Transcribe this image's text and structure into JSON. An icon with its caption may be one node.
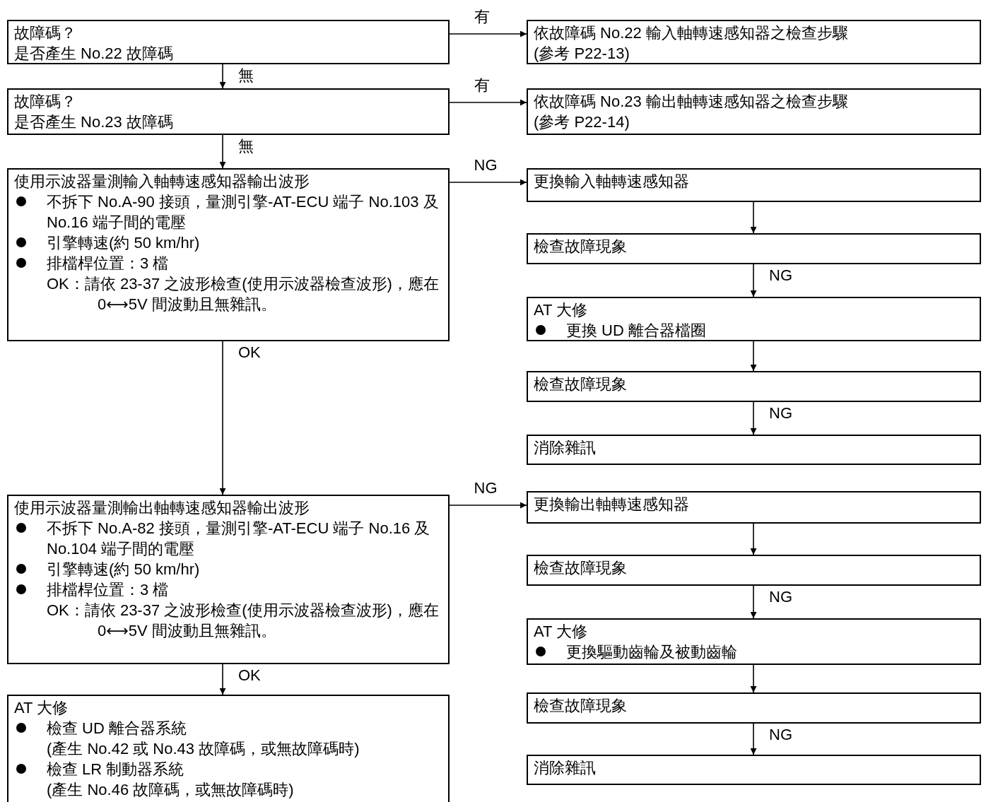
{
  "diagram": {
    "nodes": [
      {
        "text": [
          "故障碼？",
          "是否產生 No.22 故障碼"
        ]
      },
      {
        "text": [
          "依故障碼 No.22 輸入軸轉速感知器之檢查步驟",
          "(參考 P22-13)"
        ]
      },
      {
        "text": [
          "故障碼？",
          "是否產生 No.23 故障碼"
        ]
      },
      {
        "text": [
          "依故障碼 No.23 輸出軸轉速感知器之檢查步驟",
          "(參考 P22-14)"
        ]
      },
      {
        "text": [
          "使用示波器量測輸入軸轉速感知器輸出波形",
          "不拆下 No.A-90 接頭，量測引擎-AT-ECU 端子 No.103 及 No.16 端子間的電壓",
          "引擎轉速(約 50 km/hr)",
          "排檔桿位置：3 檔",
          "OK：請依 23-37 之波形檢查(使用示波器檢查波形)，應在 0⟷5V 間波動且無雜訊。"
        ]
      },
      {
        "text": [
          "更換輸入軸轉速感知器"
        ]
      },
      {
        "text": [
          "檢查故障現象"
        ]
      },
      {
        "text": [
          "AT 大修",
          "更換 UD 離合器檔圈"
        ]
      },
      {
        "text": [
          "檢查故障現象"
        ]
      },
      {
        "text": [
          "消除雜訊"
        ]
      },
      {
        "text": [
          "使用示波器量測輸出軸轉速感知器輸出波形",
          "不拆下 No.A-82 接頭，量測引擎-AT-ECU 端子 No.16 及 No.104 端子間的電壓",
          "引擎轉速(約 50 km/hr)",
          "排檔桿位置：3 檔",
          "OK：請依 23-37 之波形檢查(使用示波器檢查波形)，應在 0⟷5V 間波動且無雜訊。"
        ]
      },
      {
        "text": [
          "更換輸出軸轉速感知器"
        ]
      },
      {
        "text": [
          "檢查故障現象"
        ]
      },
      {
        "text": [
          "AT 大修",
          "更換驅動齒輪及被動齒輪"
        ]
      },
      {
        "text": [
          "檢查故障現象"
        ]
      },
      {
        "text": [
          "消除雜訊"
        ]
      },
      {
        "text": [
          "AT 大修",
          "檢查 UD 離合器系統",
          "(產生 No.42 或 No.43 故障碼，或無故障碼時)",
          "檢查 LR 制動器系統",
          "(產生 No.46 故障碼，或無故障碼時)"
        ]
      }
    ],
    "edges": [
      {
        "from": 0,
        "to": 1,
        "arrow": "to",
        "label": "有"
      },
      {
        "from": 0,
        "to": 2,
        "arrow": "to",
        "label": "無"
      },
      {
        "from": 2,
        "to": 3,
        "arrow": "to",
        "label": "有"
      },
      {
        "from": 2,
        "to": 4,
        "arrow": "to",
        "label": "無"
      },
      {
        "from": 4,
        "to": 5,
        "arrow": "to",
        "label": "NG"
      },
      {
        "from": 5,
        "to": 6,
        "arrow": "to"
      },
      {
        "from": 6,
        "to": 7,
        "arrow": "to",
        "label": "NG"
      },
      {
        "from": 7,
        "to": 8,
        "arrow": "to"
      },
      {
        "from": 8,
        "to": 9,
        "arrow": "to",
        "label": "NG"
      },
      {
        "from": 4,
        "to": 10,
        "arrow": "to",
        "label": "OK"
      },
      {
        "from": 10,
        "to": 11,
        "arrow": "to",
        "label": "NG"
      },
      {
        "from": 11,
        "to": 12,
        "arrow": "to"
      },
      {
        "from": 12,
        "to": 13,
        "arrow": "to",
        "label": "NG"
      },
      {
        "from": 13,
        "to": 14,
        "arrow": "to"
      },
      {
        "from": 14,
        "to": 15,
        "arrow": "to",
        "label": "NG"
      },
      {
        "from": 10,
        "to": 16,
        "arrow": "to",
        "label": "OK"
      }
    ]
  }
}
